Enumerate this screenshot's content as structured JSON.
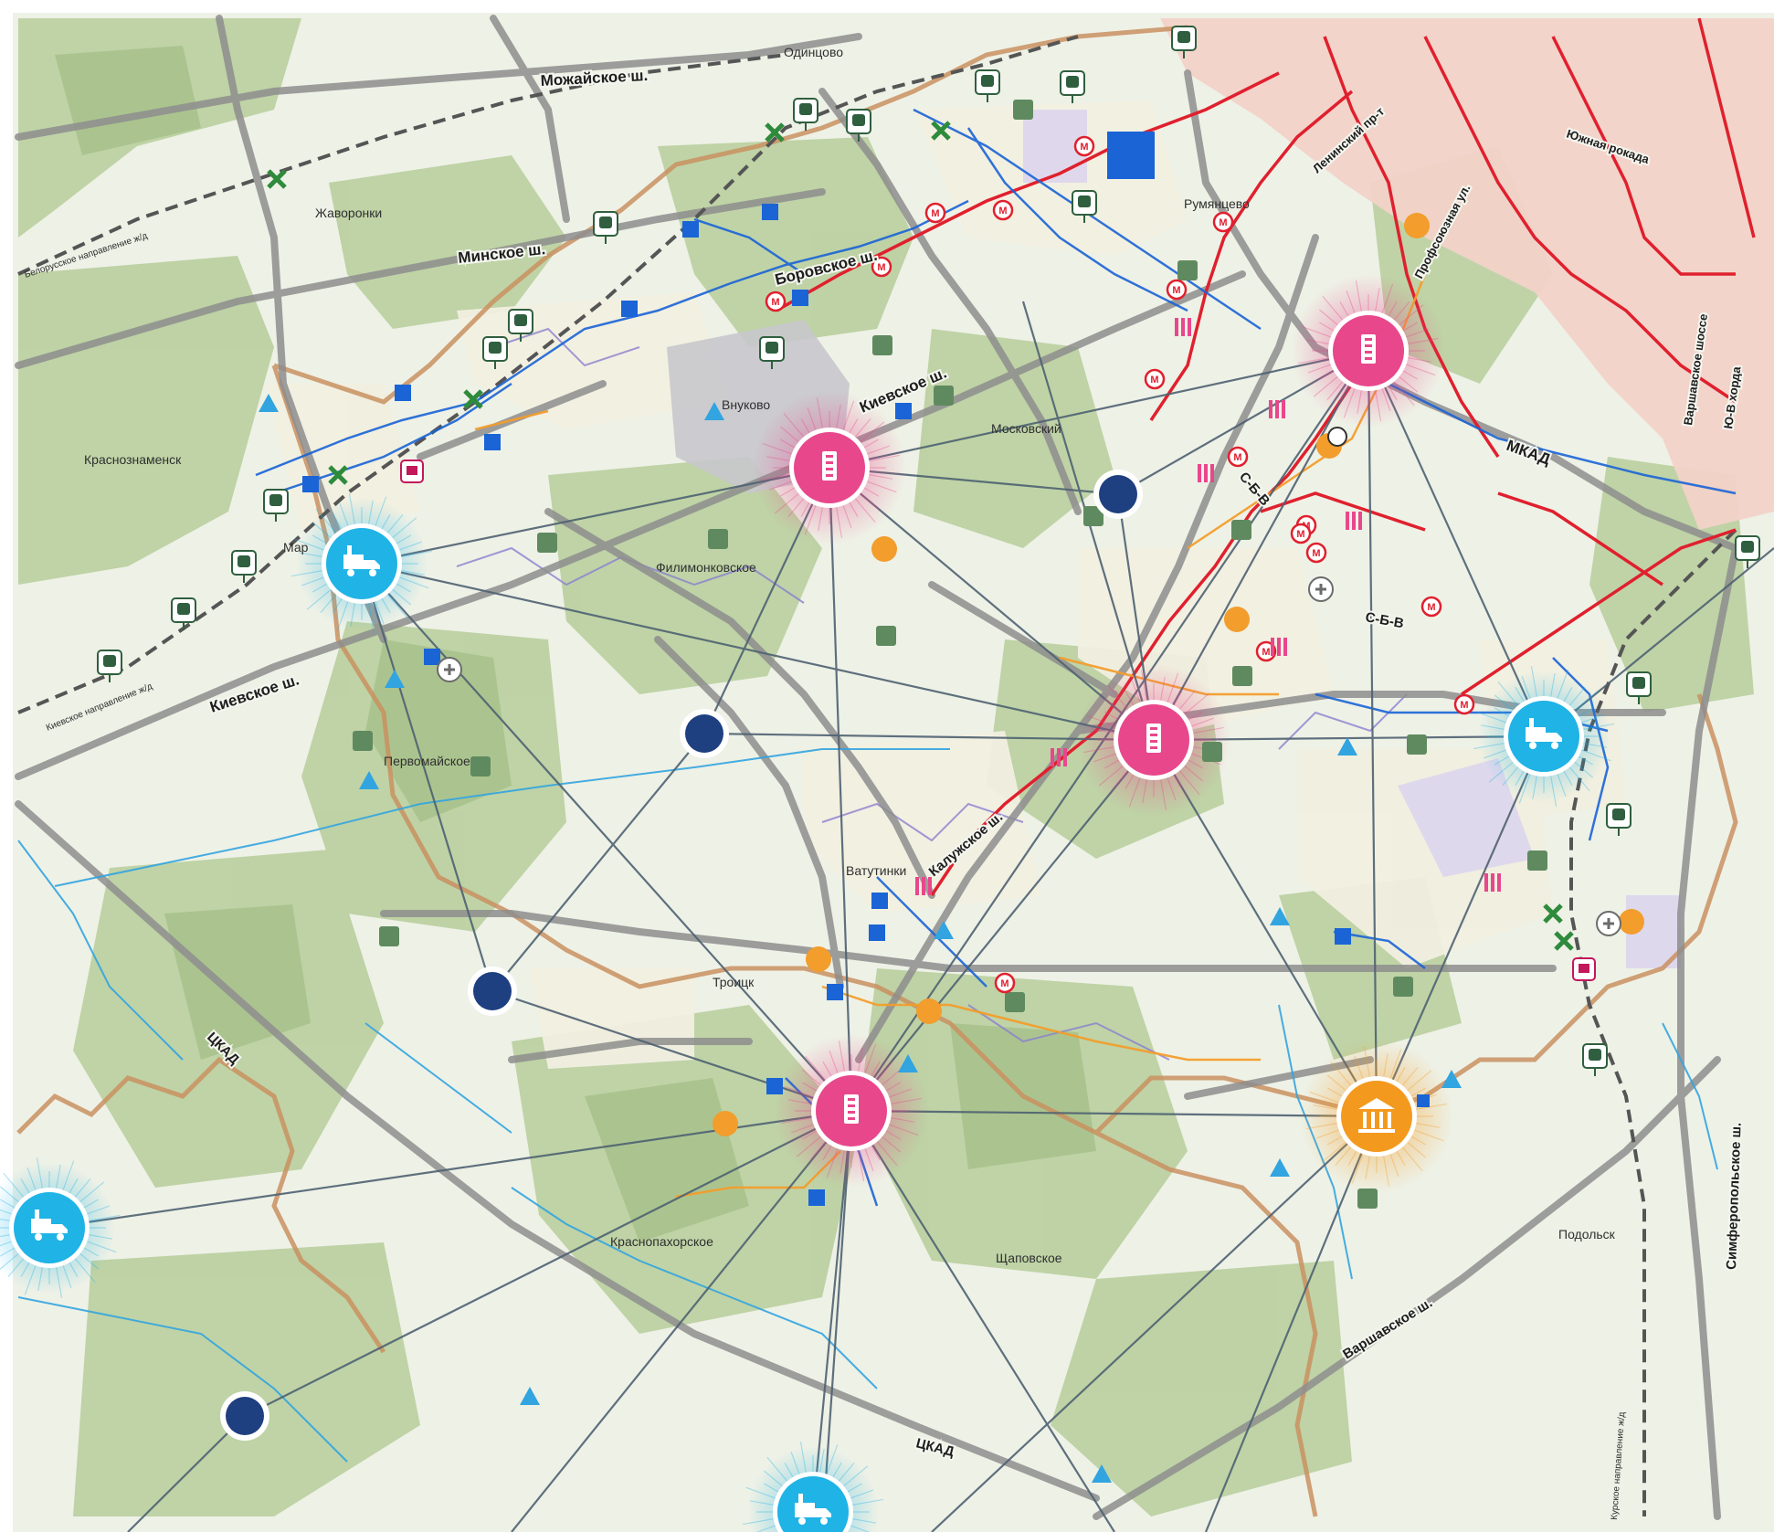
{
  "map": {
    "colors": {
      "background": "#eef1e6",
      "forest": "#b9cf9e",
      "forest_dark": "#a6c089",
      "urban_moscow": "#f2d2c8",
      "urban_zone": "#f1efe0",
      "airport": "#c8c6cc",
      "road_main": "#8e8e8e",
      "road_rail": "#555555",
      "metro_line": "#e0202e",
      "blue_network": "#1a64d6",
      "light_blue": "#32a4e0",
      "orange_line": "#f29d2c",
      "purple_boundary": "#8a7fd0",
      "district_border": "#c99060",
      "hub_pink": "#e8478c",
      "hub_cyan": "#1fb3e6",
      "hub_orange": "#f39a1e",
      "node_navy": "#1e3f80",
      "link_line": "#4f6272",
      "green_square": "#5f8a5f"
    },
    "place_labels": [
      {
        "id": "odintsovo",
        "text": "Одинцово"
      },
      {
        "id": "zhavoronki",
        "text": "Жаворонки"
      },
      {
        "id": "krasnoznamensk",
        "text": "Краснознаменск"
      },
      {
        "id": "vnukovo",
        "text": "Внуково"
      },
      {
        "id": "moskovsky",
        "text": "Московский"
      },
      {
        "id": "filimonkovskoe",
        "text": "Филимонковское"
      },
      {
        "id": "pervomayskoe",
        "text": "Первомайское"
      },
      {
        "id": "vatutinki",
        "text": "Ватутинки"
      },
      {
        "id": "troitsk",
        "text": "Троицк"
      },
      {
        "id": "krasnopakhorskoe",
        "text": "Краснопахорское"
      },
      {
        "id": "shchapovskoe",
        "text": "Щаповское"
      },
      {
        "id": "podolsk",
        "text": "Подольск"
      },
      {
        "id": "rumyantsevo",
        "text": "Румянцево"
      },
      {
        "id": "mar",
        "text": "Мар"
      }
    ],
    "road_labels": [
      {
        "id": "mozhayskoe",
        "text": "Можайское ш."
      },
      {
        "id": "minskoe",
        "text": "Минское ш."
      },
      {
        "id": "borovskoe",
        "text": "Боровское ш."
      },
      {
        "id": "kievskoe1",
        "text": "Киевское ш."
      },
      {
        "id": "kievskoe2",
        "text": "Киевское ш."
      },
      {
        "id": "leninsky",
        "text": "Ленинский пр-т"
      },
      {
        "id": "profsoyuznaya",
        "text": "Профсоюзная ул."
      },
      {
        "id": "yuzhnaya",
        "text": "Южная рокада"
      },
      {
        "id": "varshavskoe",
        "text": "Варшавское шоссе"
      },
      {
        "id": "yuv",
        "text": "Ю-В хорда"
      },
      {
        "id": "mkad",
        "text": "МКАД"
      },
      {
        "id": "sbv1",
        "text": "С-Б-В"
      },
      {
        "id": "sbv2",
        "text": "С-Б-В"
      },
      {
        "id": "kaluzhskoe",
        "text": "Калужское ш."
      },
      {
        "id": "tskad1",
        "text": "ЦКАД"
      },
      {
        "id": "tskad2",
        "text": "ЦКАД"
      },
      {
        "id": "varshavskoe2",
        "text": "Варшавское ш."
      },
      {
        "id": "simferopolskoe",
        "text": "Симферопольское ш."
      },
      {
        "id": "bel_rail",
        "text": "Белорусское направление ж/д"
      },
      {
        "id": "kiev_rail",
        "text": "Киевское направление ж/д"
      },
      {
        "id": "kursk_rail",
        "text": "Курское направление ж/д"
      }
    ],
    "hubs": [
      {
        "id": "hub-pink-kommunarka",
        "type": "pink",
        "icon": "office-building-icon"
      },
      {
        "id": "hub-pink-vnukovo",
        "type": "pink",
        "icon": "office-building-icon"
      },
      {
        "id": "hub-pink-mkad",
        "type": "pink",
        "icon": "office-building-icon"
      },
      {
        "id": "hub-pink-troitsk",
        "type": "pink",
        "icon": "office-building-icon"
      },
      {
        "id": "hub-cyan-marushkino",
        "type": "cyan",
        "icon": "industry-truck-icon"
      },
      {
        "id": "hub-cyan-east",
        "type": "cyan",
        "icon": "industry-truck-icon"
      },
      {
        "id": "hub-cyan-west",
        "type": "cyan",
        "icon": "industry-truck-icon"
      },
      {
        "id": "hub-cyan-south",
        "type": "cyan",
        "icon": "industry-truck-icon"
      },
      {
        "id": "hub-orange-shcherbinka",
        "type": "orange",
        "icon": "government-building-icon"
      }
    ],
    "nodes": [
      {
        "id": "node-1"
      },
      {
        "id": "node-2"
      },
      {
        "id": "node-3"
      },
      {
        "id": "node-4"
      }
    ]
  }
}
